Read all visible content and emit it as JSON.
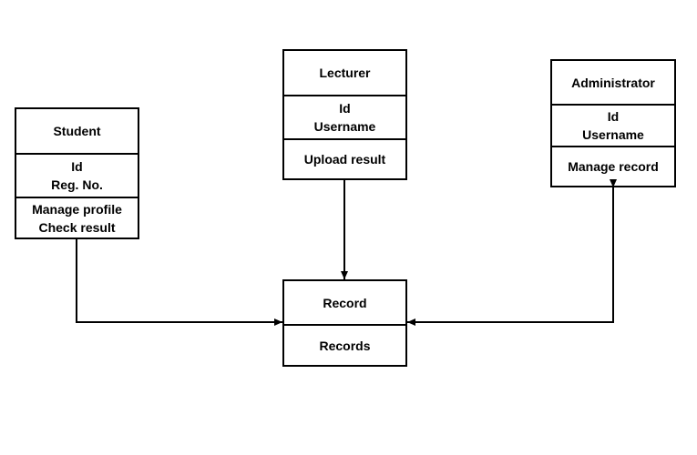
{
  "student": {
    "name": "Student",
    "attributes": [
      "Id",
      "Reg. No."
    ],
    "methods": [
      "Manage profile",
      "Check result"
    ]
  },
  "lecturer": {
    "name": "Lecturer",
    "attributes": [
      "Id",
      "Username"
    ],
    "methods": [
      "Upload result"
    ]
  },
  "administrator": {
    "name": "Administrator",
    "attributes": [
      "Id",
      "Username"
    ],
    "methods": [
      "Manage record"
    ]
  },
  "record": {
    "name": "Record",
    "attributes": [
      "Records"
    ]
  },
  "colors": {
    "stroke": "#000000",
    "background": "#ffffff"
  }
}
